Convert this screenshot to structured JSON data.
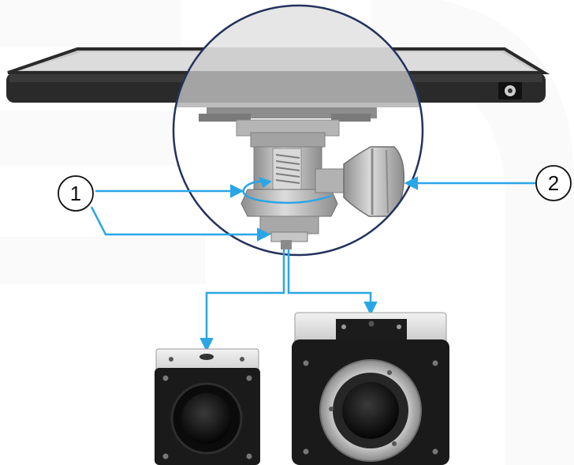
{
  "callouts": [
    {
      "number": "1"
    },
    {
      "number": "2"
    }
  ],
  "colors": {
    "arrow": "#2aa6e6",
    "lens_circle": "#24325e",
    "monitor_frame": "#2a2a2a",
    "monitor_screen": "#dcdcdc",
    "mount_metal": "#b9b9b9",
    "camera_body": "#1a1a1a",
    "camera_top": "#dedede",
    "lens_ring": "#a9a9a9"
  },
  "icons": [
    "monitor-icon",
    "magnifier-circle",
    "mount-bracket",
    "thumb-screw-icon",
    "camera-small",
    "camera-large"
  ]
}
